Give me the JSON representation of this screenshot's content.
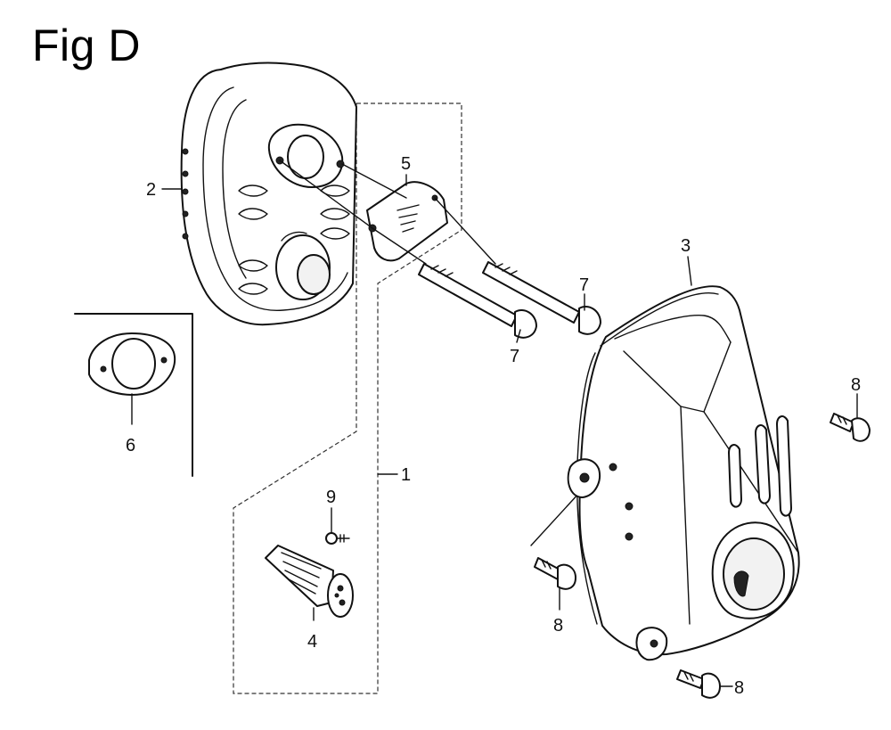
{
  "figure": {
    "title": "Fig D"
  },
  "callouts": {
    "c1": "1",
    "c2": "2",
    "c3": "3",
    "c4": "4",
    "c5": "5",
    "c6": "6",
    "c7a": "7",
    "c7b": "7",
    "c8a": "8",
    "c8b": "8",
    "c8c": "8",
    "c9": "9"
  }
}
